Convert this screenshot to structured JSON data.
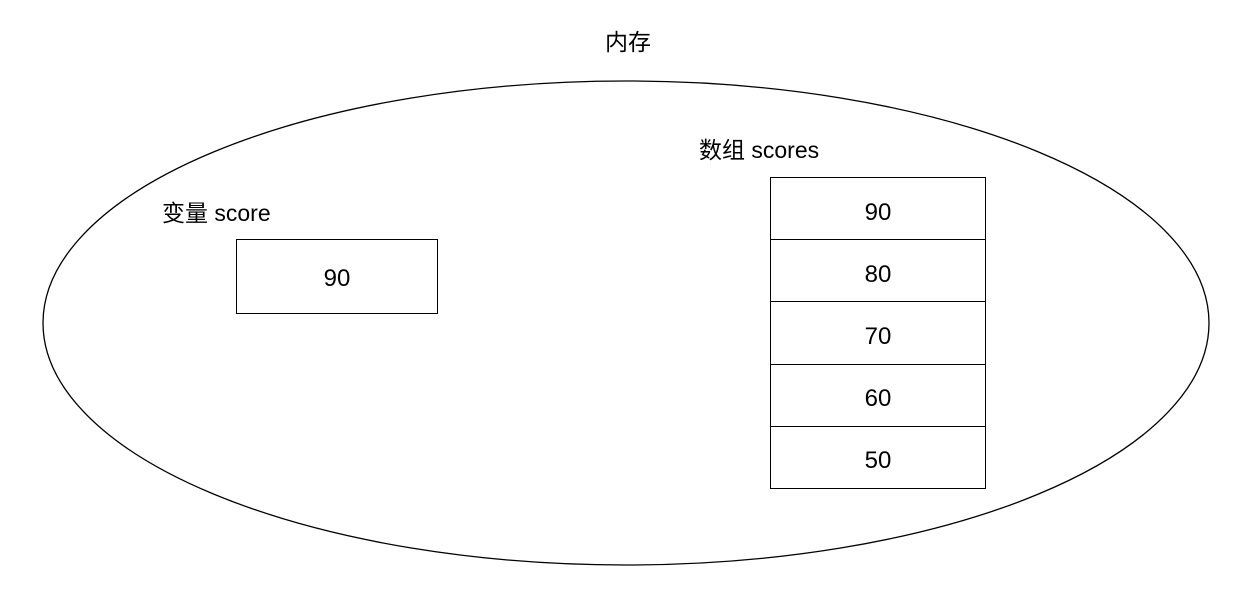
{
  "diagram": {
    "title": "内存",
    "memory_region": {
      "shape": "ellipse",
      "stroke_color": "#000000",
      "fill_color": "#ffffff"
    },
    "variable": {
      "label": "变量 score",
      "value": "90"
    },
    "array": {
      "label": "数组 scores",
      "cells": [
        {
          "value": "90"
        },
        {
          "value": "80"
        },
        {
          "value": "70"
        },
        {
          "value": "60"
        },
        {
          "value": "50"
        }
      ]
    }
  }
}
